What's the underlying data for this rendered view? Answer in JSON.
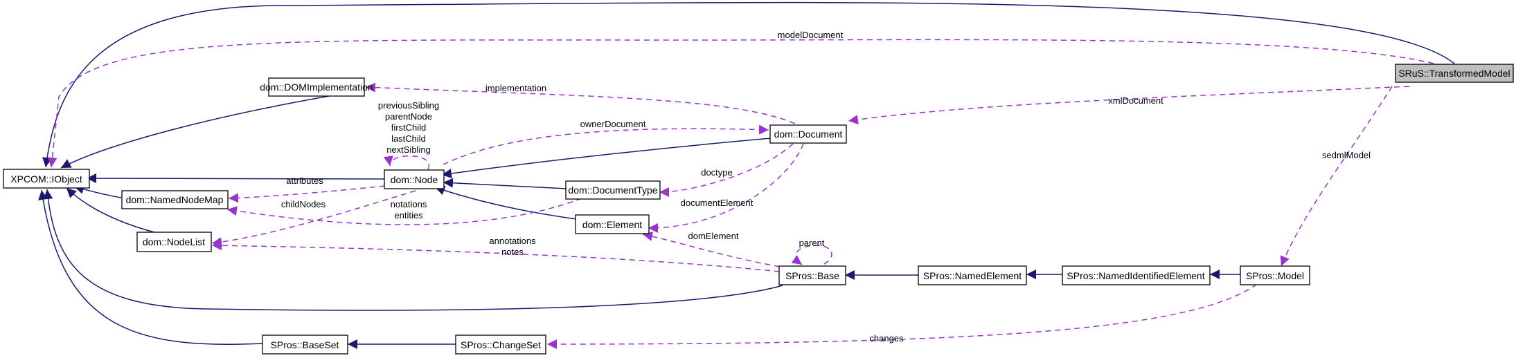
{
  "diagram": {
    "colors": {
      "inheritance": "#191970",
      "usage": "#9a32cd",
      "highlight": "#bfbfbf"
    },
    "nodes": {
      "transformed_model": "SRuS::TransformedModel",
      "ixpcom": "XPCOM::IObject",
      "dom_implementation": "dom::DOMImplementation",
      "dom_document": "dom::Document",
      "dom_node": "dom::Node",
      "named_node_map": "dom::NamedNodeMap",
      "dom_document_type": "dom::DocumentType",
      "node_list": "dom::NodeList",
      "dom_element": "dom::Element",
      "spros_base": "SPros::Base",
      "spros_named_element": "SPros::NamedElement",
      "spros_named_identified_element": "SPros::NamedIdentifiedElement",
      "spros_model": "SPros::Model",
      "spros_base_set": "SPros::BaseSet",
      "spros_change_set": "SPros::ChangeSet"
    },
    "labels": {
      "model_document": "modelDocument",
      "xml_document": "xmlDocument",
      "implementation": "implementation",
      "owner_document": "ownerDocument",
      "self_node": [
        "previousSibling",
        "parentNode",
        "firstChild",
        "lastChild",
        "nextSibling"
      ],
      "attributes": "attributes",
      "child_nodes": "childNodes",
      "notations_entities": [
        "notations",
        "entities"
      ],
      "doctype": "doctype",
      "document_element": "documentElement",
      "dom_element": "domElement",
      "parent": "parent",
      "annotations_notes": [
        "annotations",
        "notes"
      ],
      "sedml_model": "sedmlModel",
      "changes": "changes"
    }
  }
}
